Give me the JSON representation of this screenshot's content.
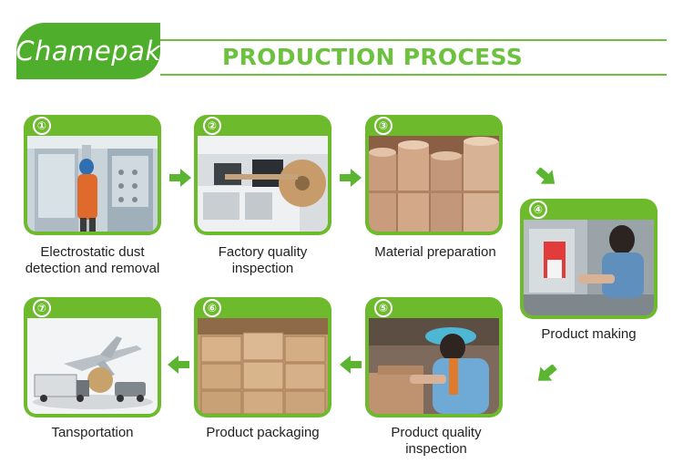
{
  "brand": "Chamepak",
  "title": "PRODUCTION PROCESS",
  "colors": {
    "green": "#4fae2b",
    "light_green": "#6cc13f"
  },
  "steps": [
    {
      "num": "①",
      "label": "Electrostatic dust detection and removal"
    },
    {
      "num": "②",
      "label": "Factory quality inspection"
    },
    {
      "num": "③",
      "label": "Material preparation"
    },
    {
      "num": "④",
      "label": "Product making"
    },
    {
      "num": "⑤",
      "label": "Product quality inspection"
    },
    {
      "num": "⑥",
      "label": "Product packaging"
    },
    {
      "num": "⑦",
      "label": "Tansportation"
    }
  ]
}
